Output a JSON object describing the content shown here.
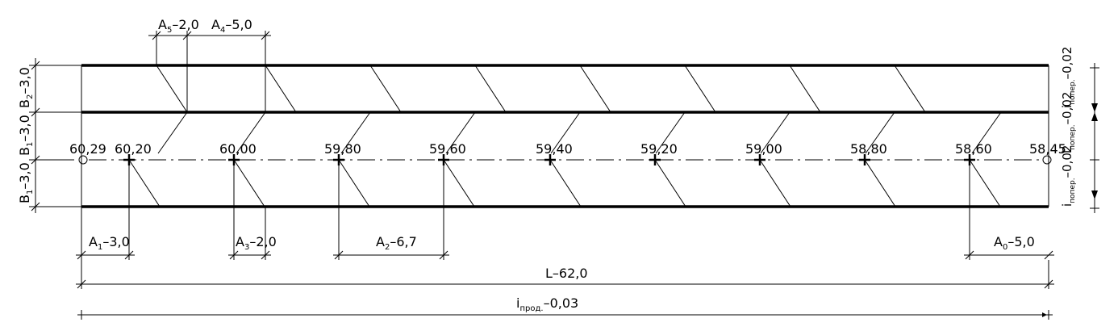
{
  "elevations": {
    "start": "60,29",
    "end": "58,45",
    "points": [
      "60,20",
      "60,00",
      "59,80",
      "59,60",
      "59,40",
      "59,20",
      "59,00",
      "58,80",
      "58,60"
    ]
  },
  "dims_top": {
    "a5": {
      "main": "A",
      "sub": "5",
      "val": "–2,0"
    },
    "a4": {
      "main": "A",
      "sub": "4",
      "val": "–5,0"
    }
  },
  "dims_bottom": {
    "a1": {
      "main": "A",
      "sub": "1",
      "val": "–3,0"
    },
    "a3": {
      "main": "A",
      "sub": "3",
      "val": "–2,0"
    },
    "a2": {
      "main": "A",
      "sub": "2",
      "val": "–6,7"
    },
    "a0": {
      "main": "A",
      "sub": "0",
      "val": "–5,0"
    }
  },
  "dims_left": {
    "b2": {
      "main": "B",
      "sub": "2",
      "val": "–3,0"
    },
    "b1_upper": {
      "main": "B",
      "sub": "1",
      "val": "–3,0"
    },
    "b1_lower": {
      "main": "B",
      "sub": "1",
      "val": "–3,0"
    }
  },
  "length": "L–62,0",
  "slope_long": {
    "main": "i",
    "sub": "прод.",
    "val": "–0,03"
  },
  "slope_cross": [
    {
      "main": "i",
      "sub": "попер.",
      "val": "–0,02"
    },
    {
      "main": "i",
      "sub": "попер.",
      "val": "–0,02"
    },
    {
      "main": "i",
      "sub": "попер.",
      "val": "–0,02"
    }
  ]
}
